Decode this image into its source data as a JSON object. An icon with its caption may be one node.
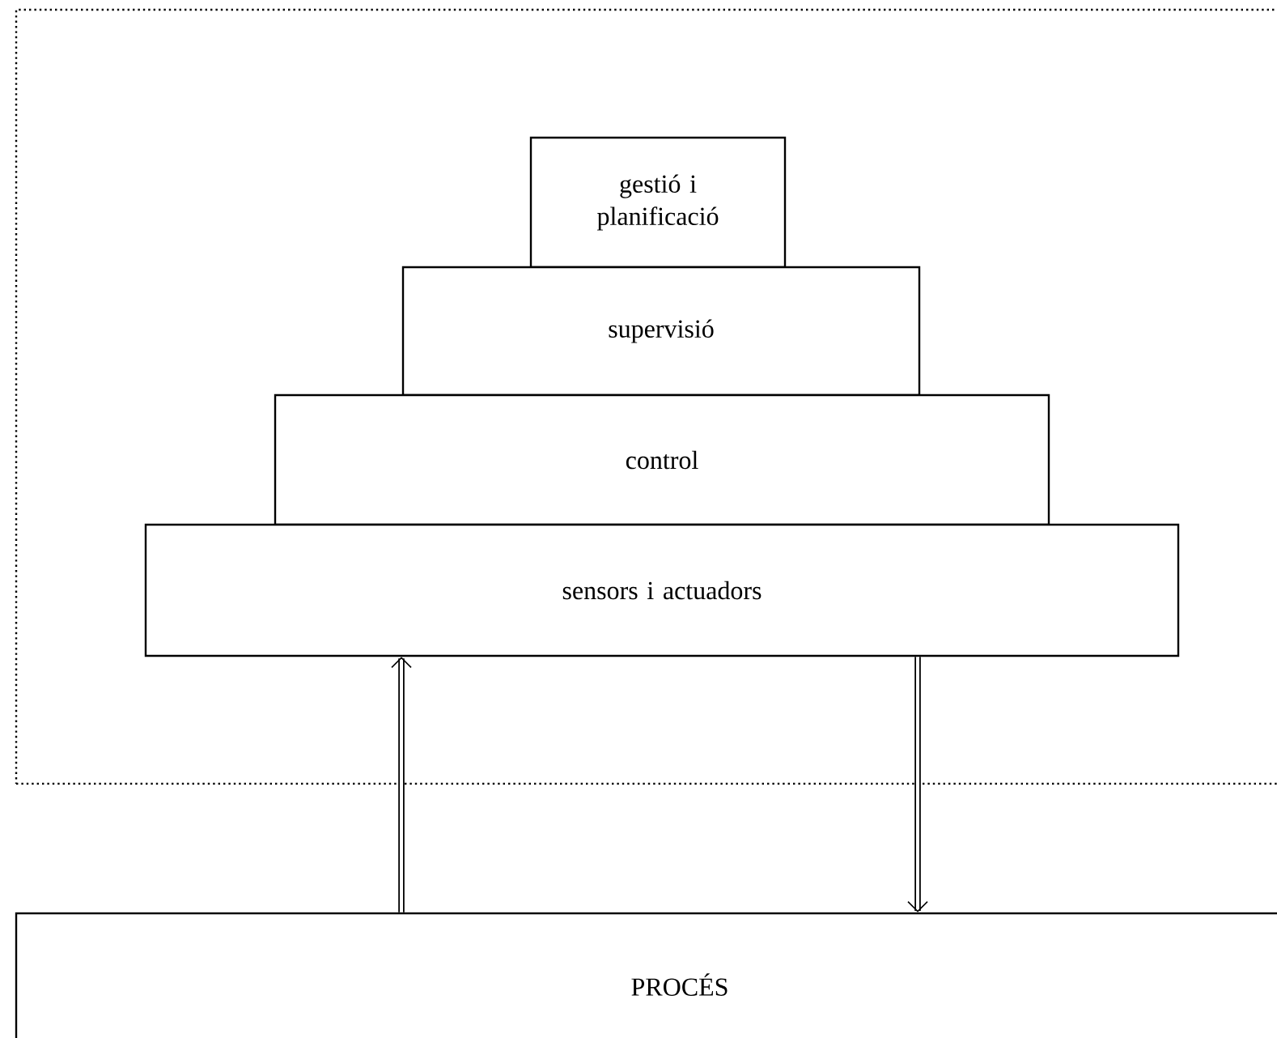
{
  "diagram": {
    "nodes": [
      {
        "text": [],
        "shape": "box"
      },
      {
        "text": [
          "gestió i planificació"
        ],
        "in": 0
      },
      {
        "text": [
          "supervisió"
        ],
        "in": 0
      },
      {
        "text": [
          "control"
        ],
        "in": 0
      },
      {
        "text": [
          "sensors i actuadors"
        ],
        "in": 0
      },
      {
        "text": [
          "PROCÉS"
        ]
      }
    ],
    "edges": [
      {
        "from": 5,
        "to": 4,
        "arrow": "to"
      },
      {
        "from": 4,
        "to": 5,
        "arrow": "to"
      }
    ]
  }
}
